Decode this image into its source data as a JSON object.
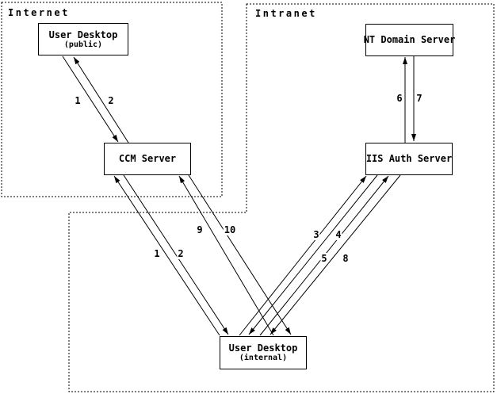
{
  "diagram": {
    "zones": {
      "internet": {
        "label": "Internet"
      },
      "intranet": {
        "label": "Intranet"
      }
    },
    "nodes": {
      "public": {
        "title": "User Desktop",
        "subtitle": "(public)"
      },
      "ccm": {
        "title": "CCM Server"
      },
      "nt": {
        "title": "NT Domain Server"
      },
      "iis": {
        "title": "IIS Auth Server"
      },
      "internal": {
        "title": "User Desktop",
        "subtitle": "(internal)"
      }
    },
    "edges": [
      {
        "label": "1",
        "from": "user-desktop-public",
        "to": "ccm-server"
      },
      {
        "label": "2",
        "from": "ccm-server",
        "to": "user-desktop-public"
      },
      {
        "label": "6",
        "from": "iis-auth-server",
        "to": "nt-domain-server"
      },
      {
        "label": "7",
        "from": "nt-domain-server",
        "to": "iis-auth-server"
      },
      {
        "label": "1",
        "from": "user-desktop-internal",
        "to": "ccm-server"
      },
      {
        "label": "2",
        "from": "ccm-server",
        "to": "user-desktop-internal"
      },
      {
        "label": "9",
        "from": "user-desktop-internal",
        "to": "ccm-server"
      },
      {
        "label": "10",
        "from": "ccm-server",
        "to": "user-desktop-internal"
      },
      {
        "label": "3",
        "from": "user-desktop-internal",
        "to": "iis-auth-server"
      },
      {
        "label": "4",
        "from": "iis-auth-server",
        "to": "user-desktop-internal"
      },
      {
        "label": "5",
        "from": "user-desktop-internal",
        "to": "iis-auth-server"
      },
      {
        "label": "8",
        "from": "iis-auth-server",
        "to": "user-desktop-internal"
      }
    ],
    "colors": {
      "line": "#000000",
      "background": "#ffffff"
    }
  }
}
